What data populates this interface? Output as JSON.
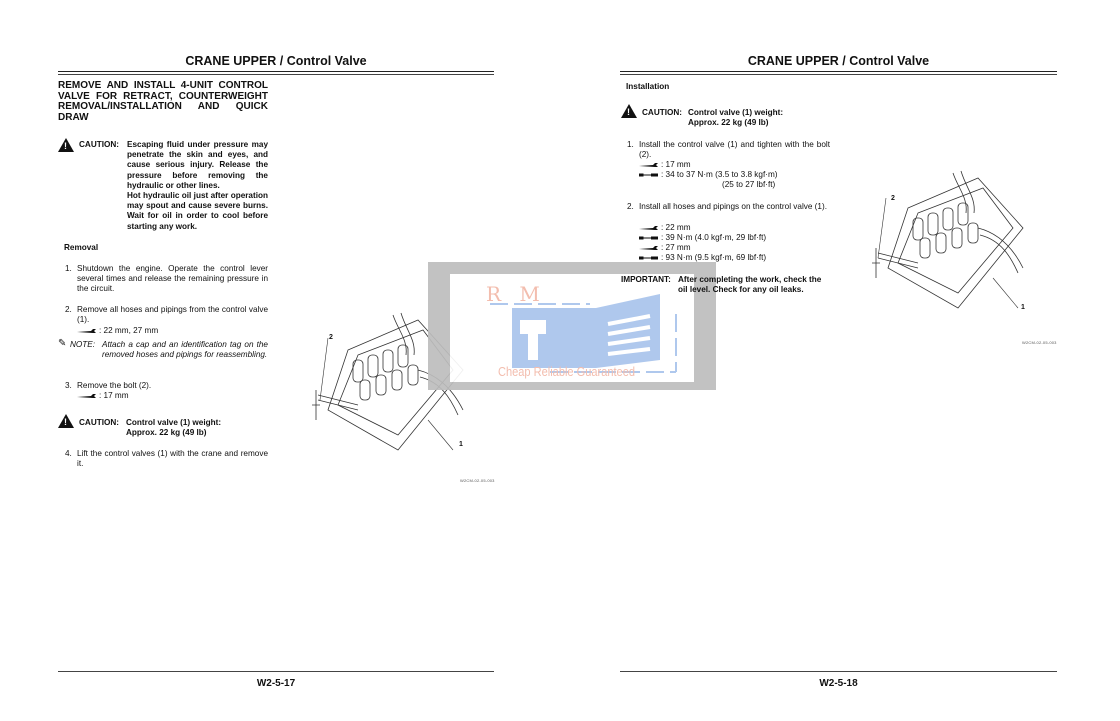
{
  "left_page": {
    "header": "CRANE UPPER / Control Valve",
    "title": "REMOVE AND INSTALL 4-UNIT CONTROL VALVE FOR RETRACT, COUNTERWEIGHT REMOVAL/INSTALLATION AND QUICK DRAW",
    "caution1": {
      "label": "CAUTION:",
      "text1": "Escaping fluid under pressure may penetrate the skin and eyes, and cause serious injury. Release the pressure before removing the hydraulic or other lines.",
      "text2": "Hot hydraulic oil just after operation may spout and cause severe burns. Wait for oil in order to cool before starting any work."
    },
    "section": "Removal",
    "steps": [
      {
        "num": "1.",
        "text": "Shutdown the engine. Operate the control lever several times and release the remaining pressure in the circuit."
      },
      {
        "num": "2.",
        "text": "Remove all hoses and pipings from the control valve (1).",
        "tool": ": 22 mm, 27 mm"
      },
      {
        "num": "3.",
        "text": "Remove the bolt (2).",
        "tool": ": 17 mm"
      },
      {
        "num": "4.",
        "text": "Lift the control valves (1) with the crane and remove it."
      }
    ],
    "note": {
      "label": "NOTE:",
      "text": "Attach a cap and an identification tag on the removed hoses and pipings for reassembling."
    },
    "caution2": {
      "label": "CAUTION:",
      "line1": "Control valve (1) weight:",
      "line2": "Approx. 22 kg (49 lb)"
    },
    "figure": {
      "callout1": "1",
      "callout2": "2",
      "code": "W2CM-02-05-003"
    },
    "page_number": "W2-5-17"
  },
  "right_page": {
    "header": "CRANE UPPER / Control Valve",
    "section": "Installation",
    "caution": {
      "label": "CAUTION:",
      "line1": "Control valve (1) weight:",
      "line2": "Approx. 22 kg (49 lb)"
    },
    "steps": [
      {
        "num": "1.",
        "text": "Install the control valve (1) and tighten with the bolt (2).",
        "specs": [
          ": 17 mm",
          ": 34 to 37 N·m (3.5 to 3.8 kgf·m)",
          "(25 to 27 lbf·ft)"
        ]
      },
      {
        "num": "2.",
        "text": "Install all hoses and pipings on the control valve (1).",
        "specs": [
          ": 22 mm",
          ": 39 N·m (4.0 kgf·m, 29 lbf·ft)",
          ": 27 mm",
          ": 93 N·m (9.5 kgf·m, 69 lbf·ft)"
        ]
      }
    ],
    "important": {
      "label": "IMPORTANT:",
      "text": "After completing the work, check the oil level. Check for any oil leaks."
    },
    "figure": {
      "callout1": "1",
      "callout2": "2",
      "code": "W2CM-02-05-003"
    },
    "page_number": "W2-5-18"
  },
  "watermark": {
    "brand": "R M",
    "tagline": "Cheap Reliable Guaranteed",
    "brand_color": "#f2b8a8",
    "icon_color": "#a9c4ec"
  }
}
